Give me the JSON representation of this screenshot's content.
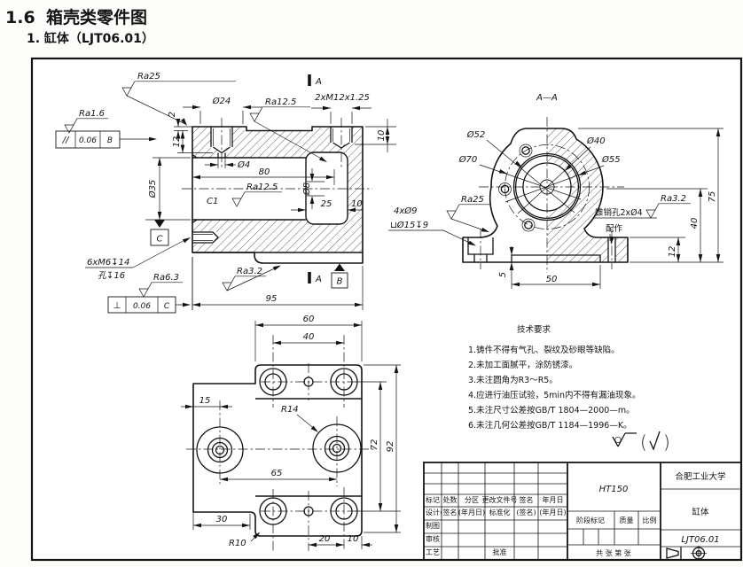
{
  "header": {
    "section_no": "1.6",
    "section_title": "箱壳类零件图",
    "subtitle": "1. 缸体（LJT06.01）"
  },
  "fv": {
    "ra25": "Ra25",
    "ra16": "Ra1.6",
    "par": [
      "//",
      "0.06",
      "B"
    ],
    "d24": "Ø24",
    "ra125a": "Ra12.5",
    "m12": "2xM12x1.25",
    "a_top": "A",
    "d2": "2",
    "d12": "12",
    "d10r": "10",
    "d4": "Ø4",
    "d80": "80",
    "ra125b": "Ra12.5",
    "c1": "C1",
    "d8": "Ø8",
    "d25": "25",
    "d10s": "10",
    "d35": "Ø35",
    "datum_c": "C",
    "m6a": "6xM6↧14",
    "m6b": "孔↧16",
    "ra63": "Ra6.3",
    "perp": [
      "⊥",
      "0.06",
      "C"
    ],
    "ra32": "Ra3.2",
    "a_bot": "A",
    "datum_b": "B",
    "d95": "95"
  },
  "sv": {
    "title": "A—A",
    "d52": "Ø52",
    "d70": "Ø70",
    "d40": "Ø40",
    "d55": "Ø55",
    "ra25": "Ra25",
    "h4": "4xØ9",
    "cb": "⊔Ø15↧9",
    "pin": "锥销孔2xØ4",
    "fit": "配作",
    "ra32": "Ra3.2",
    "d75": "75",
    "d40v": "40",
    "d12": "12",
    "d5": "5",
    "d50": "50"
  },
  "pv": {
    "d60": "60",
    "d40": "40",
    "d15": "15",
    "r14": "R14",
    "d72": "72",
    "d92": "92",
    "d65": "65",
    "d30": "30",
    "r10": "R10",
    "d20": "20",
    "d10": "10"
  },
  "tech": {
    "title": "技术要求",
    "items": [
      "1.铸件不得有气孔、裂纹及砂眼等缺陷。",
      "2.未加工面腻平，涂防锈漆。",
      "3.未注圆角为R3～R5。",
      "4.应进行油压试验，5min内不得有漏油现象。",
      "5.未注尺寸公差按GB/T 1804—2000—m。",
      "6.未注几何公差按GB/T 1184—1996—K。"
    ]
  },
  "gen_mark": {
    "lparen": "(",
    "rparen": ")"
  },
  "tb": {
    "material": "HT150",
    "company": "合肥工业大学",
    "part": "缸体",
    "dwg": "LJT06.01",
    "r1": [
      "标记",
      "处数",
      "分区",
      "更改文件号",
      "签名",
      "年月日"
    ],
    "r2": [
      "设计",
      "(签名)",
      "(年月日)",
      "标准化",
      "(签名)",
      "(年月日)"
    ],
    "rows": [
      "制图",
      "审核",
      "工艺"
    ],
    "approve": "批准",
    "stage": "阶段标记",
    "mass": "质量",
    "scale": "比例",
    "sheet": "共  张  第  张"
  },
  "colors": {
    "ink": "#141414",
    "paper": "#fdfdfb"
  }
}
